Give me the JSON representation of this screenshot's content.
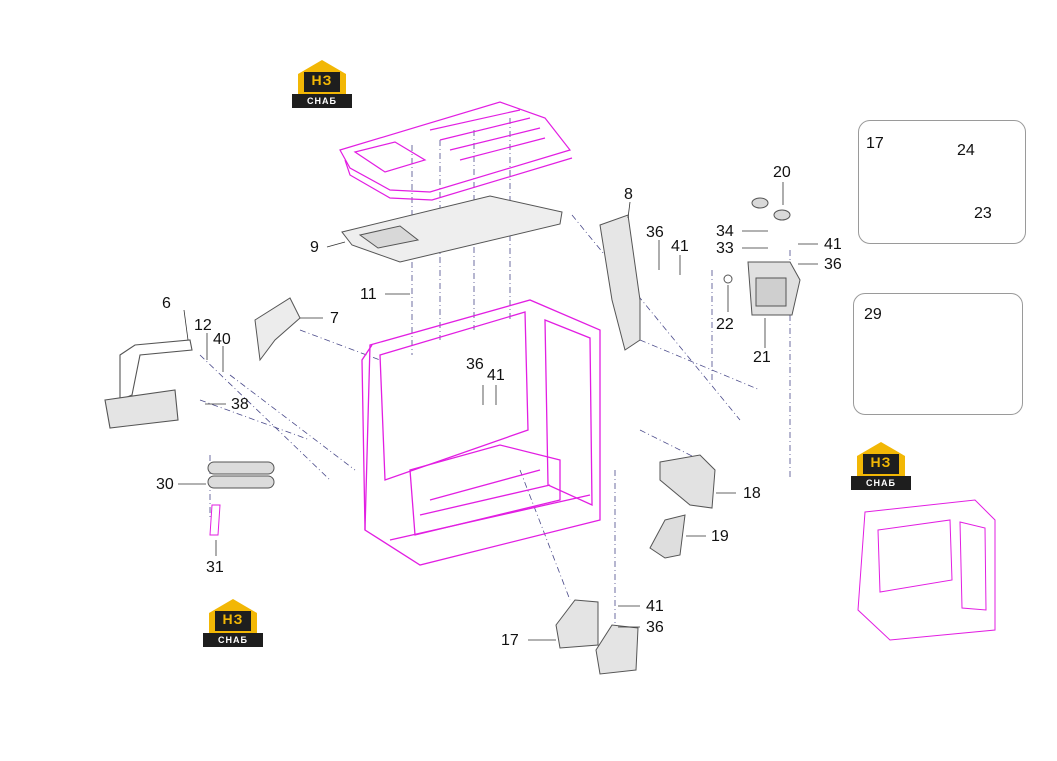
{
  "logo": {
    "mark": "НЗ",
    "word": "СНАБ",
    "colors": {
      "yellow": "#f2b705",
      "dark": "#1e1e1e"
    }
  },
  "colors": {
    "cab_outline": "#e21ee2",
    "part_outline": "#555555",
    "leader": "#333333",
    "inset_border": "#9a9a9a"
  },
  "callouts": [
    {
      "id": "c6",
      "label": "6"
    },
    {
      "id": "c12",
      "label": "12"
    },
    {
      "id": "c40",
      "label": "40"
    },
    {
      "id": "c7",
      "label": "7"
    },
    {
      "id": "c38",
      "label": "38"
    },
    {
      "id": "c30",
      "label": "30"
    },
    {
      "id": "c31",
      "label": "31"
    },
    {
      "id": "c9",
      "label": "9"
    },
    {
      "id": "c11",
      "label": "11"
    },
    {
      "id": "c36a",
      "label": "36"
    },
    {
      "id": "c41a",
      "label": "41"
    },
    {
      "id": "c8",
      "label": "8"
    },
    {
      "id": "c36b",
      "label": "36"
    },
    {
      "id": "c41b",
      "label": "41"
    },
    {
      "id": "c20",
      "label": "20"
    },
    {
      "id": "c34",
      "label": "34"
    },
    {
      "id": "c33",
      "label": "33"
    },
    {
      "id": "c41c",
      "label": "41"
    },
    {
      "id": "c36c",
      "label": "36"
    },
    {
      "id": "c22",
      "label": "22"
    },
    {
      "id": "c21",
      "label": "21"
    },
    {
      "id": "c18",
      "label": "18"
    },
    {
      "id": "c19",
      "label": "19"
    },
    {
      "id": "c41d",
      "label": "41"
    },
    {
      "id": "c36d",
      "label": "36"
    },
    {
      "id": "c17a",
      "label": "17"
    },
    {
      "id": "c17b",
      "label": "17"
    },
    {
      "id": "c24",
      "label": "24"
    },
    {
      "id": "c23",
      "label": "23"
    },
    {
      "id": "c29",
      "label": "29"
    }
  ]
}
